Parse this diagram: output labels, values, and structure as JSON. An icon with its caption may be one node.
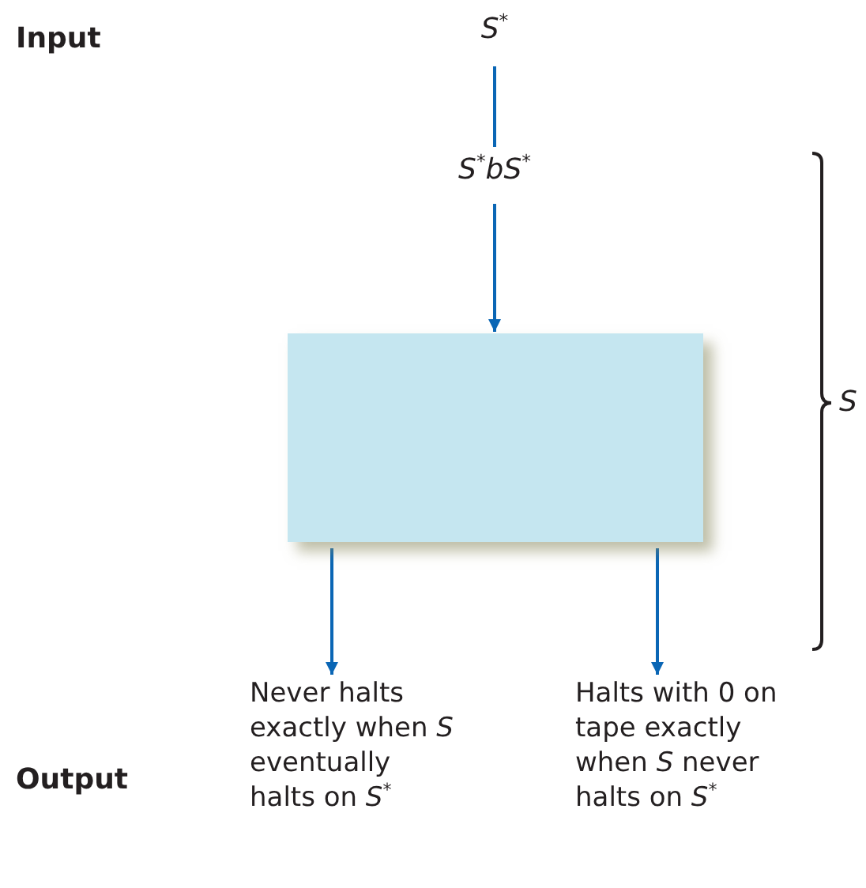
{
  "diagram": {
    "nodes": [
      {
        "text": [
          "*S*$^{*}$"
        ]
      },
      {
        "text": [
          "*S*$^{*}$*bS*$^{*}$"
        ]
      },
      {
        "text": [],
        "shape": "box"
      },
      {
        "text": [
          "Never halts exactly when *S* eventually halts on *S*$^{*}$"
        ]
      },
      {
        "text": [
          "Halts with 0 on tape exactly when *S* never halts on *S*$^{*}$"
        ]
      }
    ],
    "edges": [
      {
        "from": 0,
        "to": 1,
        "arrow": "none"
      },
      {
        "from": 1,
        "to": 2,
        "arrow": "to"
      },
      {
        "from": 2,
        "to": 3,
        "arrow": "to"
      },
      {
        "from": 2,
        "to": 4,
        "arrow": "to"
      }
    ],
    "labels": [
      "Input",
      "Output",
      "S"
    ]
  }
}
